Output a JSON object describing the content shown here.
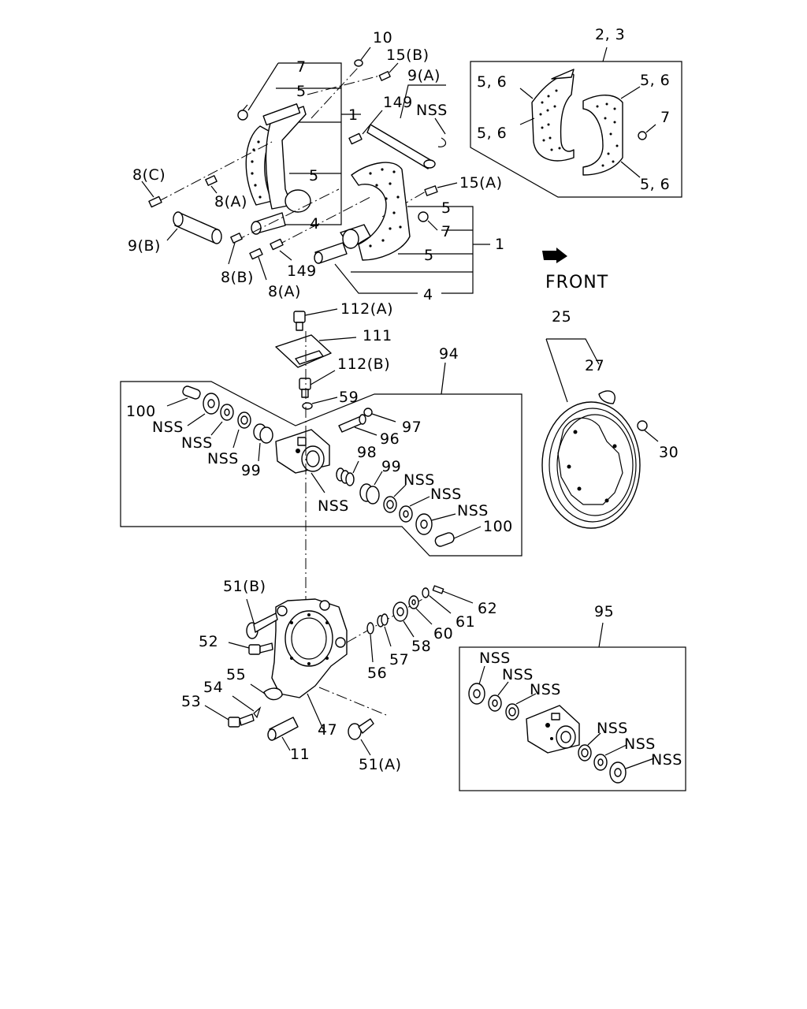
{
  "labels": {
    "l10": "10",
    "l15b": "15(B)",
    "l7top": "7",
    "l9a": "9(A)",
    "l5a": "5",
    "l149a": "149",
    "lnss1": "NSS",
    "l1a": "1",
    "l8c": "8(C)",
    "l5b": "5",
    "l8a1": "8(A)",
    "l15a": "15(A)",
    "l4a": "4",
    "l5c": "5",
    "l7b": "7",
    "l9b": "9(B)",
    "l1b": "1",
    "l5d": "5",
    "l8b": "8(B)",
    "l149b": "149",
    "l8a2": "8(A)",
    "l4b": "4",
    "l23": "2, 3",
    "l56a": "5, 6",
    "l56b": "5, 6",
    "l56c": "5, 6",
    "l56d": "5, 6",
    "l7inset": "7",
    "front": "FRONT",
    "l25": "25",
    "l27": "27",
    "l30": "30",
    "l112a": "112(A)",
    "l111": "111",
    "l112b": "112(B)",
    "l94": "94",
    "l59": "59",
    "l100a": "100",
    "l97": "97",
    "lnss2": "NSS",
    "l96": "96",
    "lnss3": "NSS",
    "lnss4": "NSS",
    "l98": "98",
    "l99a": "99",
    "l99b": "99",
    "lnss5": "NSS",
    "lnss6": "NSS",
    "lnss7": "NSS",
    "lnss8": "NSS",
    "l100b": "100",
    "l51b": "51(B)",
    "l62": "62",
    "l61": "61",
    "l52": "52",
    "l60": "60",
    "l58": "58",
    "l57": "57",
    "l56": "56",
    "l55": "55",
    "l54": "54",
    "l53": "53",
    "l47": "47",
    "l11": "11",
    "l51a": "51(A)",
    "l95": "95",
    "lnss9": "NSS",
    "lnss10": "NSS",
    "lnss11": "NSS",
    "lnss12": "NSS",
    "lnss13": "NSS",
    "lnss14": "NSS"
  }
}
